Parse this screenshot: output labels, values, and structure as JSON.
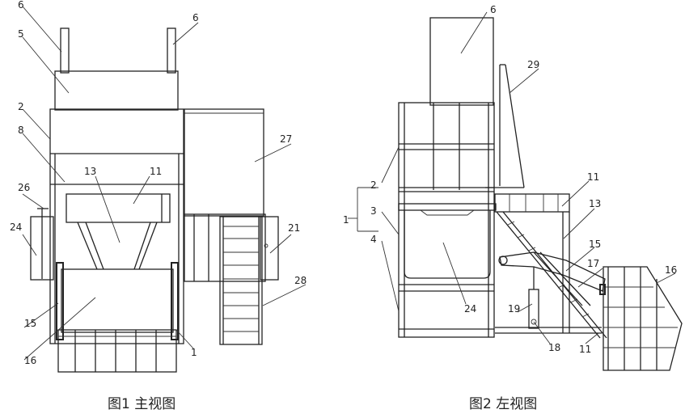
{
  "figures": [
    {
      "caption": "图1 主视图",
      "callouts": [
        "6",
        "6",
        "5",
        "2",
        "8",
        "13",
        "11",
        "26",
        "24",
        "21",
        "27",
        "28",
        "15",
        "16",
        "1"
      ]
    },
    {
      "caption": "图2 左视图",
      "callouts": [
        "6",
        "29",
        "2",
        "3",
        "1",
        "4",
        "11",
        "13",
        "15",
        "17",
        "16",
        "24",
        "19",
        "18",
        "11"
      ]
    }
  ]
}
